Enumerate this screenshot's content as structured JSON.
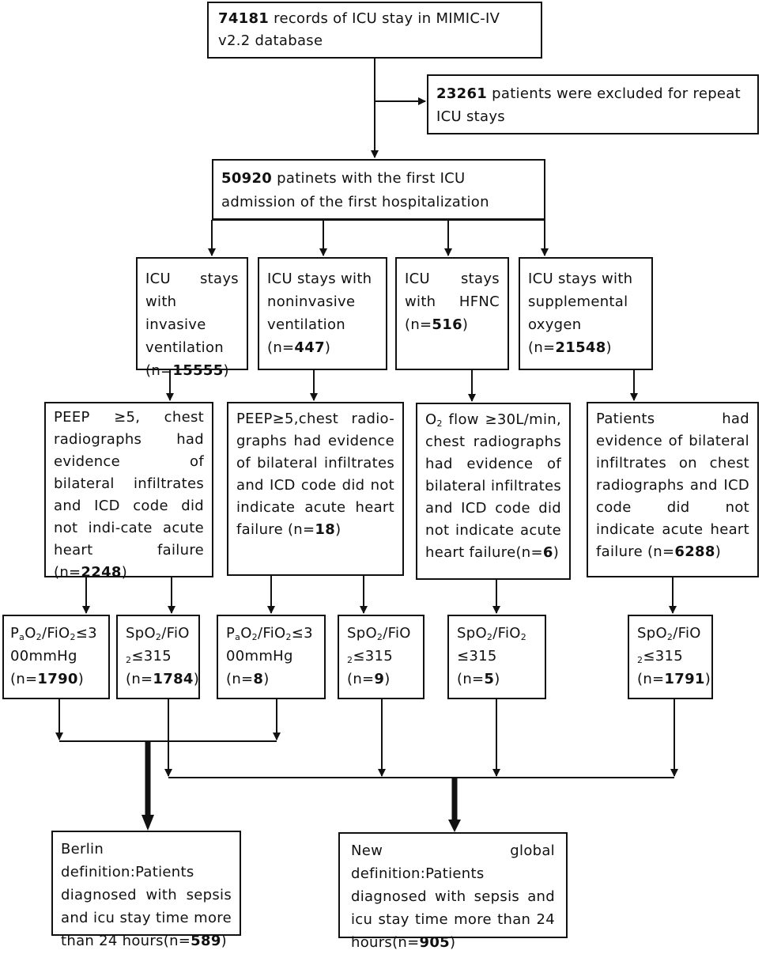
{
  "nodes": {
    "records": {
      "num": "74181",
      "text": " records of ICU stay in MIMIC-IV v2.2 database"
    },
    "excluded": {
      "num": "23261",
      "text": " patients were excluded for repeat ICU stays"
    },
    "first_admission": {
      "num": "50920",
      "text": " patinets  with the first ICU admission of the first hospitalization"
    },
    "invasive": {
      "text": "ICU stays with invasive ventilation (n=",
      "num": "15555",
      "end": ")"
    },
    "noninvasive": {
      "text": "ICU stays with noninvasive ventilation (n=",
      "num": "447",
      "end": ")"
    },
    "hfnc": {
      "text": "ICU stays with HFNC (n=",
      "num": "516",
      "end": ")"
    },
    "supplemental": {
      "text": "ICU stays with supplemental oxygen (n=",
      "num": "21548",
      "end": ")"
    },
    "peep_invasive": {
      "text": "PEEP ≥5, chest radiographs had evidence of bilateral infiltrates and ICD code did not indi-cate acute heart failure (n=",
      "num": "2248",
      "end": ")"
    },
    "peep_noninvasive": {
      "text": "PEEP≥5,chest radio-graphs had evidence of bilateral infiltrates and ICD code did not indicate acute heart failure (n=",
      "num": "18",
      "end": ")"
    },
    "o2_flow": {
      "text": "flow ≥30L/min, chest radiographs had evidence of bilateral infiltrates and ICD  code did not indicate acute heart failure(n=",
      "num": "6",
      "end": ")"
    },
    "bilateral_supp": {
      "text": "Patients had evidence of bilateral infiltrates on chest radiographs and ICD code did not indicate acute heart failure (n=",
      "num": "6288",
      "end": ")"
    },
    "pf_invasive": {
      "rest": "00mmHg",
      "n_text": "(n=",
      "num": "1790",
      "end": ")"
    },
    "sf_invasive": {
      "cond": "≤315",
      "n_text": "(n=",
      "num": "1784",
      "end": ")"
    },
    "pf_noninvasive": {
      "rest": "00mmHg",
      "n_text": "(n=",
      "num": "8",
      "end": ")"
    },
    "sf_noninvasive": {
      "cond": "≤315",
      "n_text": "(n=",
      "num": "9",
      "end": ")"
    },
    "sf_hfnc": {
      "cond": "≤315",
      "n_text": "(n=",
      "num": "5",
      "end": ")"
    },
    "sf_supp": {
      "cond": "≤315",
      "n_text": "(n=",
      "num": "1791",
      "end": ")"
    },
    "berlin": {
      "text": "Berlin definition:Patients diagnosed with sepsis and icu stay time more than 24 hours(n=",
      "num": "589",
      "end": ")"
    },
    "global": {
      "text": "New global definition:Patients diagnosed with sepsis and icu stay time more than 24 hours(n=",
      "num": "905",
      "end": ")"
    }
  }
}
